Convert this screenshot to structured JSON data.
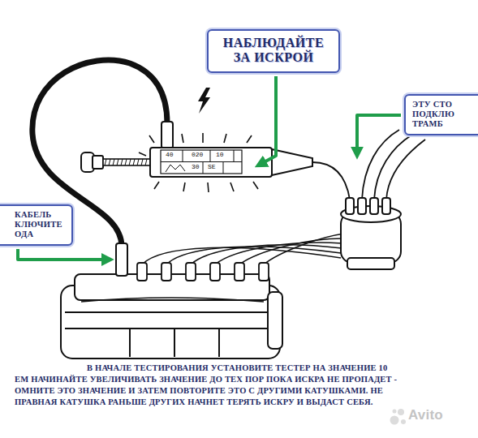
{
  "diagram": {
    "nodes": [
      {
        "text": [
          "НАБЛЮДАЙТЕ ЗА ИСКРОЙ"
        ]
      },
      {
        "text": [
          "ЭТУ СТО ПОДКЛЮ ТРАМБ"
        ]
      },
      {
        "text": [
          "КАБЕЛЬ КЛЮЧИТЕ ОДА"
        ]
      }
    ],
    "labels": [
      "40",
      "020",
      "10",
      "30",
      "SE",
      "В НАЧАЛЕ ТЕСТИРОВАНИЯ УСТАНОВИТЕ ТЕСТЕР НА ЗНАЧЕНИЕ 10",
      "ЕМ НАЧИНАЙТЕ УВЕЛИЧИВАТЬ ЗНАЧЕНИЕ ДО ТЕХ ПОР ПОКА ИСКРА НЕ ПРОПАДЕТ -",
      "ОМНИТЕ ЭТО ЗНАЧЕНИЕ И ЗАТЕМ ПОВТОРИТЕ ЭТО С ДРУГИМИ КАТУШКАМИ. НЕ",
      "ПРАВНАЯ КАТУШКА РАНЬШЕ ДРУГИХ НАЧНЕТ ТЕРЯТЬ ИСКРУ И ВЫДАСТ СЕБЯ.",
      "Avito"
    ]
  }
}
